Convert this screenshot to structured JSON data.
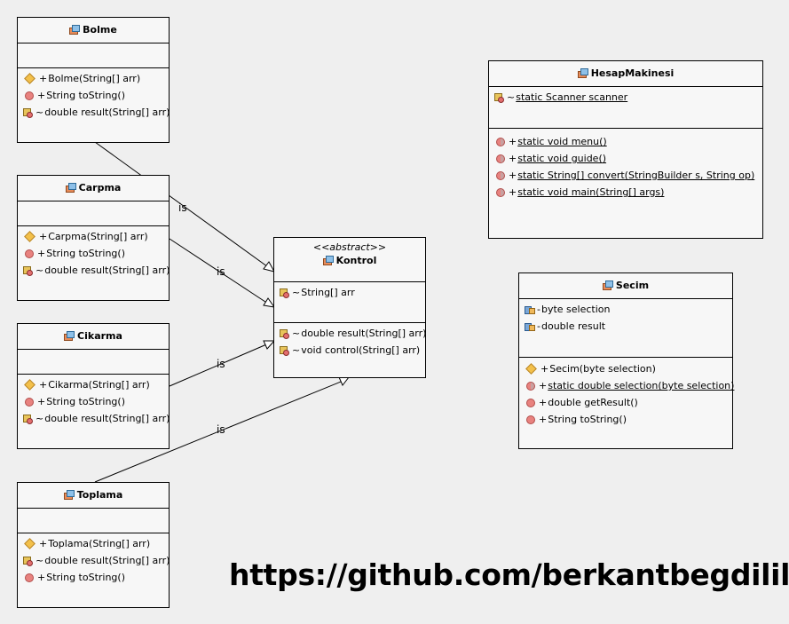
{
  "classes": {
    "bolme": {
      "name": "Bolme",
      "methods": [
        {
          "icon": "constructor-icon",
          "vis": "+",
          "text": "Bolme(String[] arr)"
        },
        {
          "icon": "public-method-icon",
          "vis": "+",
          "text": "String toString()"
        },
        {
          "icon": "package-method-icon",
          "vis": "~",
          "text": "double result(String[] arr)"
        }
      ]
    },
    "carpma": {
      "name": "Carpma",
      "methods": [
        {
          "icon": "constructor-icon",
          "vis": "+",
          "text": "Carpma(String[] arr)"
        },
        {
          "icon": "public-method-icon",
          "vis": "+",
          "text": "String toString()"
        },
        {
          "icon": "package-method-icon",
          "vis": "~",
          "text": "double result(String[] arr)"
        }
      ]
    },
    "cikarma": {
      "name": "Cikarma",
      "methods": [
        {
          "icon": "constructor-icon",
          "vis": "+",
          "text": "Cikarma(String[] arr)"
        },
        {
          "icon": "public-method-icon",
          "vis": "+",
          "text": "String toString()"
        },
        {
          "icon": "package-method-icon",
          "vis": "~",
          "text": "double result(String[] arr)"
        }
      ]
    },
    "toplama": {
      "name": "Toplama",
      "methods": [
        {
          "icon": "constructor-icon",
          "vis": "+",
          "text": "Toplama(String[] arr)"
        },
        {
          "icon": "package-method-icon",
          "vis": "~",
          "text": "double result(String[] arr)"
        },
        {
          "icon": "public-method-icon",
          "vis": "+",
          "text": "String toString()"
        }
      ]
    },
    "kontrol": {
      "stereotype": "<<abstract>>",
      "name": "Kontrol",
      "fields": [
        {
          "icon": "package-field-icon",
          "vis": "~",
          "text": "String[] arr"
        }
      ],
      "methods": [
        {
          "icon": "package-method-icon",
          "vis": "~",
          "text": "double result(String[] arr)"
        },
        {
          "icon": "package-method-icon",
          "vis": "~",
          "text": "void control(String[] arr)"
        }
      ]
    },
    "hesap": {
      "name": "HesapMakinesi",
      "fields": [
        {
          "icon": "package-field-icon",
          "vis": "~",
          "text": "static Scanner scanner"
        }
      ],
      "methods": [
        {
          "icon": "static-method-icon",
          "vis": "+",
          "text": "static void menu()"
        },
        {
          "icon": "static-method-icon",
          "vis": "+",
          "text": "static void guide()"
        },
        {
          "icon": "static-method-icon",
          "vis": "+",
          "text": "static String[] convert(StringBuilder s, String op)"
        },
        {
          "icon": "static-method-icon",
          "vis": "+",
          "text": "static void main(String[] args)"
        }
      ]
    },
    "secim": {
      "name": "Secim",
      "fields": [
        {
          "icon": "private-field-icon",
          "vis": "-",
          "text": "byte selection"
        },
        {
          "icon": "private-field-icon",
          "vis": "-",
          "text": "double result"
        }
      ],
      "methods": [
        {
          "icon": "constructor-icon",
          "vis": "+",
          "text": "Secim(byte selection)"
        },
        {
          "icon": "static-method-icon",
          "vis": "+",
          "text": "static double selection(byte selection)"
        },
        {
          "icon": "public-method-icon",
          "vis": "+",
          "text": "double getResult()"
        },
        {
          "icon": "public-method-icon",
          "vis": "+",
          "text": "String toString()"
        }
      ]
    }
  },
  "relations": {
    "label": "is",
    "edges": [
      {
        "from": "Bolme",
        "to": "Kontrol"
      },
      {
        "from": "Carpma",
        "to": "Kontrol"
      },
      {
        "from": "Cikarma",
        "to": "Kontrol"
      },
      {
        "from": "Toplama",
        "to": "Kontrol"
      }
    ]
  },
  "watermark": "https://github.com/berkantbegdilili"
}
